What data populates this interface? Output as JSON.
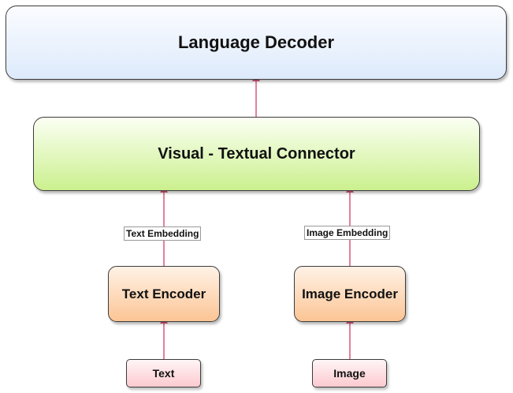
{
  "nodes": {
    "language_decoder": "Language Decoder",
    "connector": "Visual - Textual Connector",
    "text_encoder": "Text Encoder",
    "image_encoder": "Image Encoder",
    "text_input": "Text",
    "image_input": "Image"
  },
  "edges": {
    "text_embedding": "Text Embedding",
    "image_embedding": "Image Embedding"
  },
  "colors": {
    "arrow": "#d9577a",
    "decoder_fill": "#ddeafb",
    "connector_fill": "#cbf08e",
    "encoder_fill": "#fcc595",
    "input_fill": "#fccacf"
  }
}
